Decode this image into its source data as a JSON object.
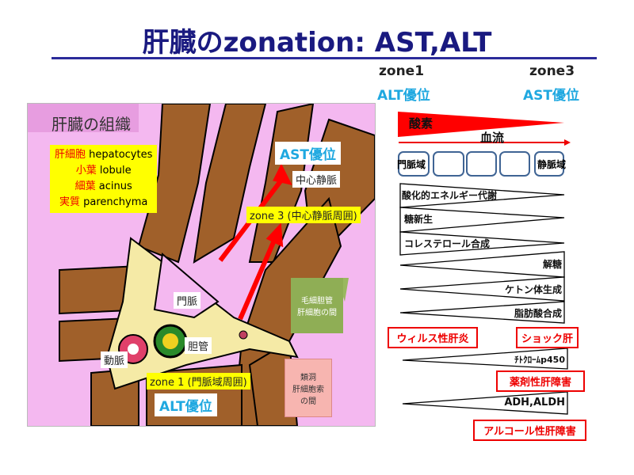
{
  "title": "肝臓のzonation:  AST,ALT",
  "header": {
    "zone1": "zone1",
    "zone1_sub": "ALT優位",
    "zone3": "zone3",
    "zone3_sub": "AST優位"
  },
  "figure": {
    "heading": "肝臓の組織",
    "legend": [
      {
        "jp": "肝細胞",
        "en": "hepatocytes"
      },
      {
        "jp": "小葉",
        "en": "lobule"
      },
      {
        "jp": "細葉",
        "en": "acinus"
      },
      {
        "jp": "実質",
        "en": "parenchyma"
      }
    ],
    "ast": "AST優位",
    "central_vein": "中心静脈",
    "zone3": "zone 3 (中心静脈周囲)",
    "portal_vein": "門脈",
    "bile_duct": "胆管",
    "artery": "動脈",
    "zone1": "zone 1 (門脈域周囲)",
    "alt": "ALT優位",
    "callout_green": "毛細胆管\n肝細胞の間",
    "callout_pink": "類洞\n肝細胞索\nの間"
  },
  "right": {
    "oxygen": "酸素",
    "blood_flow": "血流",
    "portal_zone": "門脈域",
    "vein_zone": "静脈域",
    "decreasing": [
      "酸化的エネルギー代謝",
      "糖新生",
      "コレステロール合成"
    ],
    "increasing": [
      "解糖",
      "ケトン体生成",
      "脂肪酸合成"
    ],
    "viral": "ウィルス性肝炎",
    "shock": "ショック肝",
    "cyp": "ﾁﾄｸﾛｰﾑp450",
    "drug": "薬剤性肝障害",
    "adh": "ADH,ALDH",
    "alcohol": "アルコール性肝障害"
  },
  "colors": {
    "title": "#1a1a80",
    "accent": "#1fa8e0",
    "red": "#e00000"
  }
}
